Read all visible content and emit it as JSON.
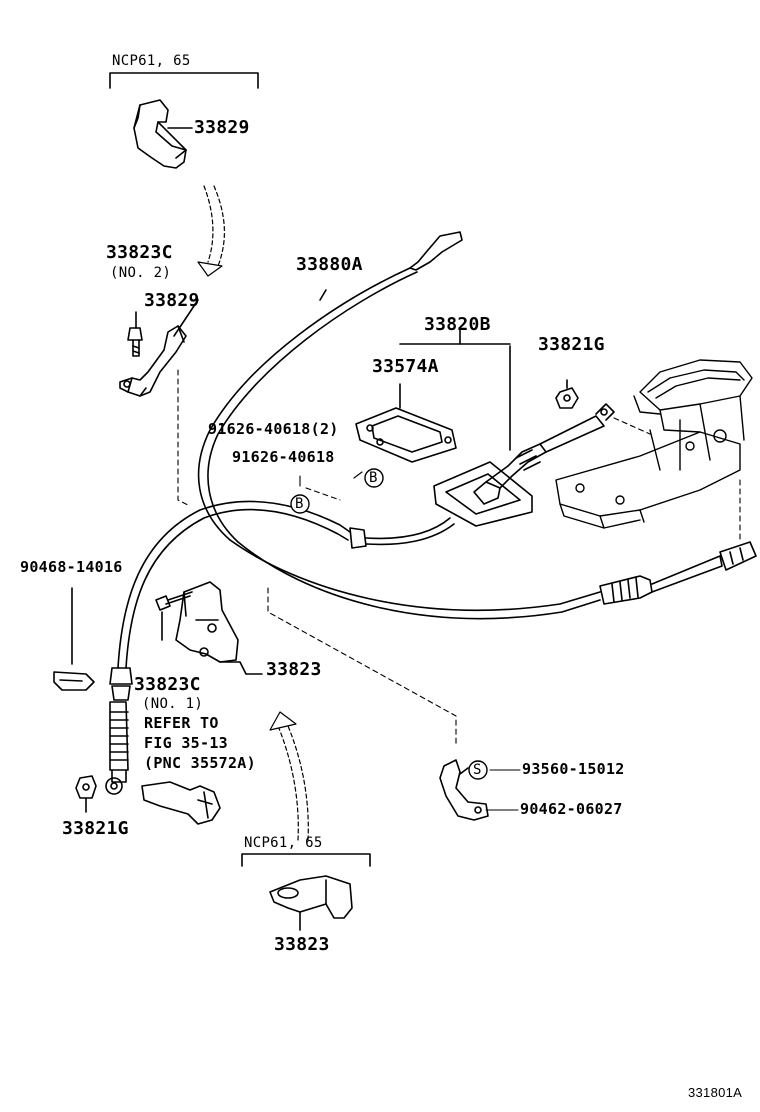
{
  "labels": {
    "ncp_top": "NCP61, 65",
    "p33829_top": "33829",
    "p33823c_no2": "33823C",
    "no2": "(NO. 2)",
    "p33829_mid": "33829",
    "p33880a": "33880A",
    "p33820b": "33820B",
    "p33574a": "33574A",
    "p33821g_right": "33821G",
    "bolt_a": "91626-40618(2)",
    "bolt_b": "91626-40618",
    "p90468": "90468-14016",
    "p33823c_no1": "33823C",
    "no1": "(NO. 1)",
    "refer1": "REFER TO",
    "refer2": "FIG 35-13",
    "refer3": "(PNC 35572A)",
    "p33823_mid": "33823",
    "p33821g_left": "33821G",
    "p93560": "93560-15012",
    "p90462": "90462-06027",
    "ncp_bottom": "NCP61, 65",
    "p33823_bottom": "33823",
    "figure_code": "331801A"
  },
  "callouts": {
    "b1": "B",
    "b2": "B",
    "s": "S"
  }
}
